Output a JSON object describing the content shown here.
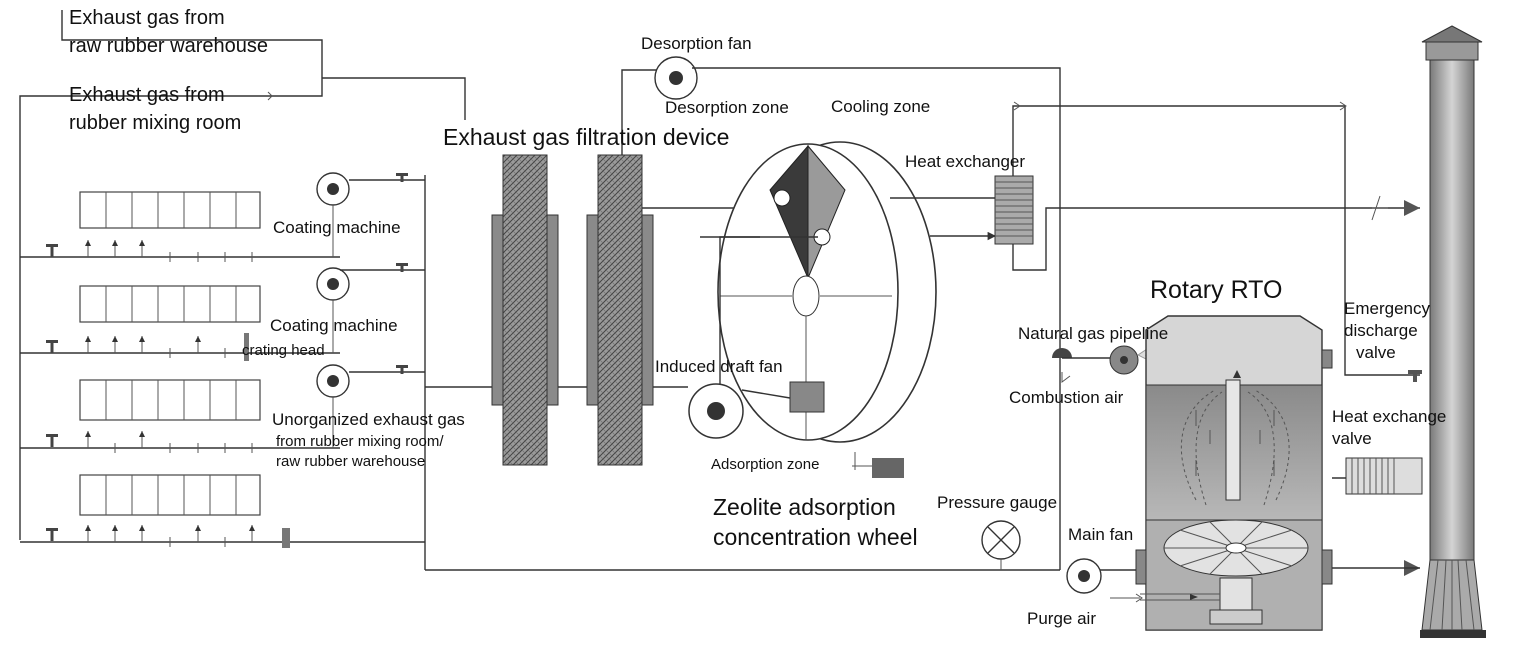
{
  "labels": {
    "exhaust_raw_1": "Exhaust gas from",
    "exhaust_raw_2": "raw rubber warehouse",
    "exhaust_mix_1": "Exhaust gas from",
    "exhaust_mix_2": "rubber mixing room",
    "filtration": "Exhaust gas filtration device",
    "desorption_fan": "Desorption fan",
    "desorption_zone": "Desorption zone",
    "cooling_zone": "Cooling zone",
    "heat_exchanger": "Heat exchanger",
    "coating_1": "Coating machine",
    "coating_2": "Coating machine",
    "coating_head": "crating head",
    "induced_fan": "Induced draft fan",
    "unorg_1": "Unorganized exhaust gas",
    "unorg_2": "from rubber mixing room/",
    "unorg_3": "raw rubber warehouse",
    "adsorption_zone": "Adsorption zone",
    "zeolite_1": "Zeolite adsorption",
    "zeolite_2": "concentration wheel",
    "rotary_rto": "Rotary RTO",
    "natural_gas": "Natural gas pipeline",
    "combustion_air": "Combustion air",
    "pressure_gauge": "Pressure gauge",
    "main_fan": "Main fan",
    "purge_air": "Purge air",
    "emergency_1": "Emergency",
    "emergency_2": "discharge",
    "emergency_3": "valve",
    "heat_valve_1": "Heat exchange",
    "heat_valve_2": "valve"
  },
  "colors": {
    "line": "#333333",
    "filter_grey": "#8a8a8a",
    "filter_mesh": "#6e6e6e",
    "desorption_dark": "#3a3a3a",
    "cooling_grey": "#9a9a9a",
    "rto_body": "#bdbdbd",
    "stack_grey": "#a8a8a8"
  }
}
